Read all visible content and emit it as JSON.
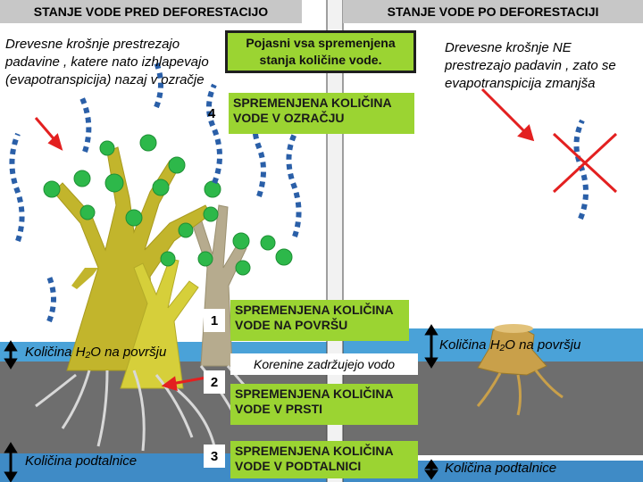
{
  "header": {
    "left_title": "STANJE VODE PRED DEFORESTACIJO",
    "right_title": "STANJE VODE PO DEFORESTACIJI"
  },
  "notes": {
    "left": "Drevesne krošnje prestrezajo padavine , katere nato izhlapevajo (evapotranspicija) nazaj v ozračje",
    "right": "Drevesne krošnje NE prestrezajo padavin , zato se evapotranspicija zmanjša",
    "callout": "Pojasni vsa spremenjena stanja količine vode.",
    "roots": "Korenine zadržujejo vodo"
  },
  "changes": [
    {
      "number": "4",
      "label": "SPREMENJENA KOLIČINA VODE V OZRAČJU"
    },
    {
      "number": "1",
      "label": "SPREMENJENA KOLIČINA VODE NA POVRŠU"
    },
    {
      "number": "2",
      "label": "SPREMENJENA KOLIČINA VODE V PRSTI"
    },
    {
      "number": "3",
      "label": "SPREMENJENA KOLIČINA VODE V PODTALNICI"
    }
  ],
  "levels": {
    "surface_left": "Količina H₂O na površju",
    "surface_right": "Količina H₂O na površju",
    "ground_left": "Količina podtalnice",
    "ground_right": "Količina podtalnice"
  },
  "colors": {
    "header_bg": "#c7c7c7",
    "label_green": "#9bd432",
    "soil": "#6e6e6e",
    "groundwater": "#3f8bc6",
    "surface_water": "#4aa2d8",
    "arrow_red": "#e32020",
    "trunk": "#c2b52c",
    "leaf": "#2db84a",
    "vapor": "#2a5fa8"
  }
}
